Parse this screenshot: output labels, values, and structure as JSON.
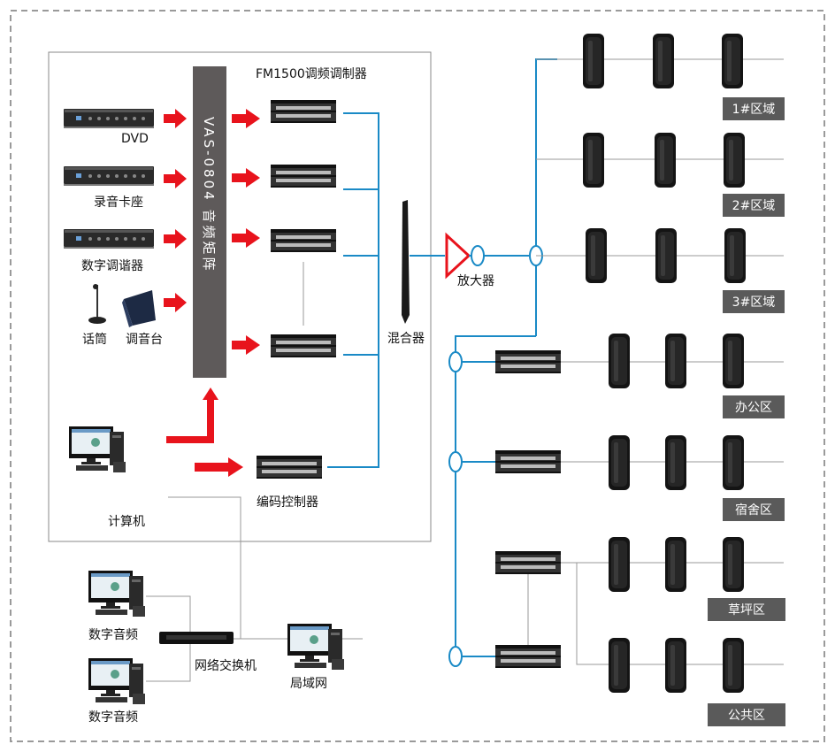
{
  "colors": {
    "wire_blue": "#1a8ac6",
    "arrow_red": "#e8131c",
    "matrix_gray": "#5e5a5a",
    "zone_tag": "#5a5a5a",
    "border_gray": "#9a9a9a"
  },
  "labels": {
    "fm_title": "FM1500调频调制器",
    "matrix": "VAS-0804 音频矩阵",
    "dvd": "DVD",
    "tape": "录音卡座",
    "tuner": "数字调谐器",
    "mic": "话筒",
    "console": "调音台",
    "computer": "计算机",
    "encoder": "编码控制器",
    "mixer": "混合器",
    "amplifier": "放大器",
    "switch": "网络交换机",
    "digital_audio_1": "数字音频",
    "digital_audio_2": "数字音频",
    "lan": "局域网"
  },
  "zones": [
    "1#区域",
    "2#区域",
    "3#区域",
    "办公区",
    "宿舍区",
    "草坪区",
    "公共区"
  ],
  "icons": [
    "rack-unit-icon",
    "fm-modulator-icon",
    "speaker-icon",
    "microphone-icon",
    "mixing-console-icon",
    "computer-icon",
    "network-switch-icon",
    "amplifier-icon",
    "splitter-icon"
  ]
}
